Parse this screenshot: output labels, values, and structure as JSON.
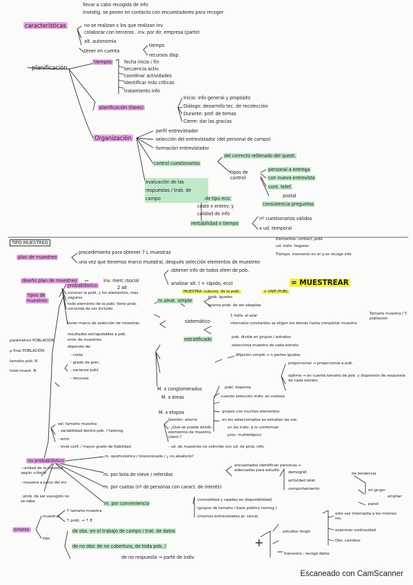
{
  "top": {
    "line1": "llevar a cabo recogida de info",
    "line2": "investig. se ponen en contacto con encuestadores para recoger",
    "caracteristicas": "características",
    "c1": "no se realizan x los que realizan inv",
    "c2": "colaborar con terceros . inv. por dir. empresa (parte)",
    "c3": "alt. autonomía",
    "c4": "tener en cuenta",
    "c4a": "tiempo",
    "c4b": "recursos disp.",
    "planificacion": "planificación",
    "tiempos": "tiempos",
    "t1": "fecha inicio / fin",
    "t2": "secuencia activ.",
    "t3": "coordinar actividades",
    "t4": "identificar más críticas",
    "t5": "tratamiento info",
    "plan_fases": "planificación (fases)",
    "f1": "Inicio: info general y propósito",
    "f2": "Diálogo: desarrollo tec. de recolección",
    "f3": "Durante: prof. de temas",
    "f4": "Cierre: dar las gracias",
    "organizacion": "Organización",
    "o1": "perfil entrevistador",
    "o2": "selección del entrevistador (del personal de campo)",
    "o3": "formación entrevistador",
    "o4": "control cuestionarios",
    "o4a": "del correcto rellenado del quest.",
    "tipos_control": "tipos de control",
    "tc1": "personal a entrega",
    "tc2": "con nueva entrevista",
    "tc3": "cont. telef.",
    "tc4": "postal",
    "consistencia": "consistencia preguntas",
    "evaluacion": "evaluación de las respuestas / trab. de campo",
    "ev1": "de tipo eco:",
    "ev2": "coste x entrev. y",
    "ev3": "calidad de info",
    "rentabilidad": "rentabilidad x tiempo",
    "r1": "nº cuestionarios válidos",
    "r2": "x ud. temporal"
  },
  "muestreo": {
    "title": "TIPO MUESTREO",
    "elementos": "Elementos: contact, pobl.",
    "ud": "ud. indiv. hogares",
    "tiempo": "Tiempo: momento en el q se recoge info",
    "plan": "plan de muestreo",
    "plan1": "procedimiento para obtener 7 L muestras",
    "plan2": "una vez que tenemos marco muestral, después selección elementos de muestreo",
    "diseno": "diseño plan de muestreo",
    "diseno_a": "inv. merc /social",
    "diseno_b": "2 alt",
    "obtener": "obtener info de todos elem de pob.",
    "analizar": "analizar alt. ( + rápido, eco)",
    "muestrear": "= MUESTREAR",
    "subconj": "MUESTRA: subconj. de la pobl.",
    "unif": "+ UNIF./PUBL",
    "tipos": "tipos de muestreo",
    "probabilistico": "probabilístico",
    "p1": "conocer la pobl. y los elementos, mas seguros",
    "p2": "todo elemento de la pobl. tiene prob. conocida de ser incluido",
    "p3": "tener marco de selección de muestras",
    "p4": "resultados extrapolables a pob.",
    "p5": "error de muestreo",
    "p6": "depende de:",
    "p6a": "- coste",
    "p6b": "- grado de prec.",
    "p6c": "- varianza pobl.",
    "p6d": "- recursos",
    "p7": "sel. tamaño muestra",
    "p7a": "- variabilidad dentro pob. / heterog.",
    "p7b": "- error",
    "p7c": "- nivel conf. / mayor grado de fiabilidad",
    "left1": "parámetros POBLACIÓN",
    "left2": "µ final POBLACIÓN",
    "left3": "tamaño pob. N",
    "left4": "total muest. N",
    "mas": "m.aleat. simple",
    "mas1": "prob. iguales",
    "mas2": "misma prob. de ser elegidas",
    "sis": "sistemático",
    "sis1": "1 indiv. al azar",
    "sis2": "intervalos constantes se eligen los demás hasta completar muestra",
    "tam": "Tamaño muestra / T. población",
    "est": "estratificado",
    "est1": "pob. divide en grupos / estratos",
    "est2": "selecciona muestra de cada estrato",
    "ops": "Afijación simple → n partes iguales",
    "ops1": "proporcional → proporcional a pob.",
    "ops2": "óptima → en cuenta tamaño de pob. y dispersión de respuesta de cada estrato.",
    "conglom": "M. x conglomerados",
    "conglom_b": "M. x áreas",
    "cg1": "pobl. dispersa",
    "cg2": "cuando selección indiv. es costosa",
    "cg3": "grupos con muchos elementos",
    "cg4": "en los seleccionados se estudian las var.",
    "cg5": "en los indiv. q lo conforman",
    "cg6": "proc. multietápico",
    "etapas": "M. x etapas",
    "et1": "Gestión: ahorro",
    "et2": "- ¿Qué se puede dividir, elementos de muestra, client.?",
    "et3": "- ud. de muestreo no coincide con ud. de prob. info.",
    "no_prob": "no probabilístico",
    "np1": "- unidad de la muestra según criterio",
    "np2": "- muestra a juicio del inv",
    "np3": "- prob. de ser escogido no se sabe",
    "np_opp": "m. oportunístico / intencionado / ¿ no aleatorio?",
    "bola": "m. por bola de nieve / referidos",
    "bola1": "encuestados identifican personas + adecuadas para estudio",
    "cuotas": "m. por cuotas (nº de personas con caract. de interés)",
    "cuotas1": "demográf.",
    "cuotas2": "actividad relat.",
    "cuotas3": "comportamiento",
    "conv": "m. por conveniencia",
    "conv1": "(comodidad y rapidez en disponibilidad)",
    "conv2": "(grupos de tamaño / base público homog.)",
    "conv3": "(mismos entrevistados pr. cerca)",
    "tend": "de tendencia",
    "grupo": "en grupo",
    "panel": "panel",
    "ampliar": "ampliar",
    "errores": "errores",
    "muestral": "muestral",
    "m1": "↑ tamaño muestra",
    "m2": "↑ prob. → ↑ E",
    "tipo": "tipo",
    "e1": "de obs. en el trabajo de campo / trat. de datos",
    "e2": "de no obs: de no cobertura, de toda pob. /",
    "e3": "de no respuesta → parte de indiv",
    "estudios": "estudios longit.",
    "el1": "este vez intercepta a los mismos inv.",
    "el2": "examinar continuidad",
    "el3": "Obs. cambios",
    "trav": "transvers.: recoge datos"
  },
  "footer": "Escaneado con CamScanner"
}
